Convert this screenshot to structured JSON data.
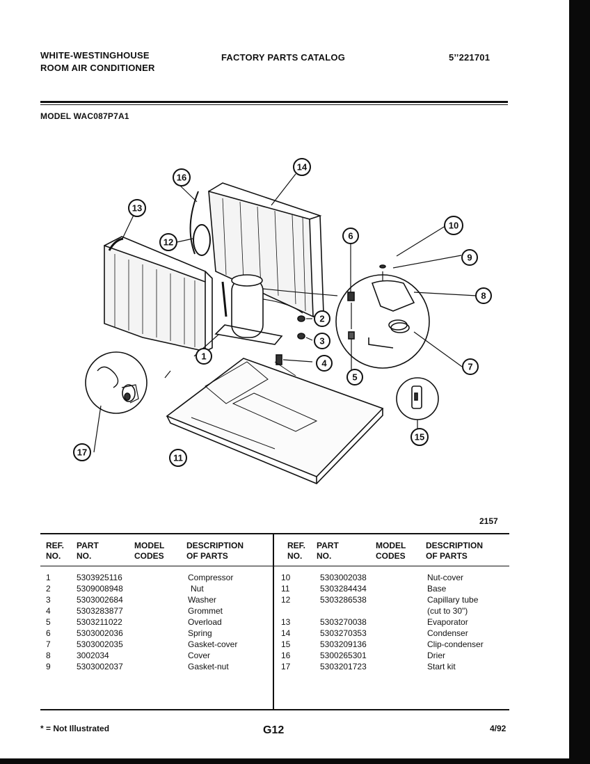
{
  "header": {
    "brand_line1": "WHITE-WESTINGHOUSE",
    "brand_line2": "ROOM AIR CONDITIONER",
    "catalog_title": "FACTORY PARTS CATALOG",
    "catalog_number": "5’’221701"
  },
  "model_label": "MODEL WAC087P7A1",
  "diagram": {
    "callouts": [
      "1",
      "2",
      "3",
      "4",
      "5",
      "6",
      "7",
      "8",
      "9",
      "10",
      "11",
      "12",
      "13",
      "14",
      "15",
      "16",
      "17"
    ],
    "drawing_number": "2157"
  },
  "table": {
    "left_headers": {
      "ref": [
        "REF.",
        "NO."
      ],
      "part": [
        "PART",
        "NO."
      ],
      "model": [
        "MODEL",
        "CODES"
      ],
      "desc": [
        "DESCRIPTION",
        "OF PARTS"
      ]
    },
    "right_headers": {
      "ref": [
        "REF.",
        "NO."
      ],
      "part": [
        "PART",
        "NO."
      ],
      "model": [
        "MODEL",
        "CODES"
      ],
      "desc": [
        "DESCRIPTION",
        "OF PARTS"
      ]
    },
    "left_rows": [
      {
        "ref": "1",
        "part": "5303925116",
        "desc": "Compressor"
      },
      {
        "ref": "2",
        "part": "5309008948",
        "desc": "Nut"
      },
      {
        "ref": "3",
        "part": "5303002684",
        "desc": "Washer"
      },
      {
        "ref": "4",
        "part": "5303283877",
        "desc": "Grommet"
      },
      {
        "ref": "5",
        "part": "5303211022",
        "desc": "Overload"
      },
      {
        "ref": "6",
        "part": "5303002036",
        "desc": "Spring"
      },
      {
        "ref": "7",
        "part": "5303002035",
        "desc": "Gasket-cover"
      },
      {
        "ref": "8",
        "part": "3002034",
        "desc": "Cover"
      },
      {
        "ref": "9",
        "part": "5303002037",
        "desc": "Gasket-nut"
      }
    ],
    "right_rows": [
      {
        "ref": "10",
        "part": "5303002038",
        "desc": "Nut-cover"
      },
      {
        "ref": "11",
        "part": "5303284434",
        "desc": "Base"
      },
      {
        "ref": "12",
        "part": "5303286538",
        "desc": "Capillary tube"
      },
      {
        "ref": "",
        "part": "",
        "desc": "(cut to 30\")"
      },
      {
        "ref": "13",
        "part": "5303270038",
        "desc": "Evaporator"
      },
      {
        "ref": "14",
        "part": "5303270353",
        "desc": "Condenser"
      },
      {
        "ref": "15",
        "part": "5303209136",
        "desc": "Clip-condenser"
      },
      {
        "ref": "16",
        "part": "5300265301",
        "desc": "Drier"
      },
      {
        "ref": "17",
        "part": "5303201723",
        "desc": "Start kit"
      }
    ]
  },
  "footer": {
    "note": "* = Not Illustrated",
    "page": "G12",
    "date": "4/92"
  }
}
